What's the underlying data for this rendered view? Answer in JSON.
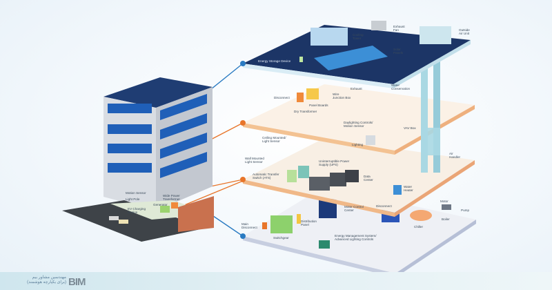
{
  "diagram": {
    "title": "Building Energy Systems Diagram",
    "levels": [
      {
        "name": "roof",
        "color": "#1c3566"
      },
      {
        "name": "upper-floor",
        "color": "#f7ede2"
      },
      {
        "name": "middle-floor",
        "color": "#f7ede2"
      },
      {
        "name": "basement",
        "color": "#eef0f5"
      }
    ],
    "connector_colors": {
      "blue": "#2a7bc2",
      "orange": "#e8752a"
    },
    "labels": {
      "roof": {
        "cooling_tower": "Cooling\nTower",
        "exhaust_fan": "Exhaust\nFan",
        "outside_air_unit": "Outside\nAir Unit",
        "solar_panels": "Solar\nPanels",
        "energy_storage": "Energy Storage Device"
      },
      "upper": {
        "exhaust": "Exhaust",
        "water_conservation": "Water\nConservation",
        "disconnect": "Disconnect",
        "wire_junction_box": "Wire\nJunction Box",
        "panel_boards": "Panel Boards",
        "dry_transformer": "Dry Transformer",
        "daylighting_controls": "Daylighting Controls/\nMotion Sensor",
        "vav_box": "VAV Box",
        "ceiling_light_sensor": "Ceiling Mounted/\nLight Sensor",
        "lighting": "Lighting",
        "air_handler": "Air\nHandler"
      },
      "middle": {
        "wall_light_sensor": "Wall Mounted\nLight Sensor",
        "ups": "Uninterruptible Power\nSupply (UPS)",
        "ats": "Automatic Transfer\nSwitch (ATS)",
        "data_center": "Data\nCenter",
        "water_heater": "Water\nHeater"
      },
      "basement": {
        "motor_control_center": "Motor Control\nCenter",
        "disconnect": "Disconnect",
        "motor": "Motor",
        "pump": "Pump",
        "boiler": "Boiler",
        "chiller": "Chiller",
        "main_disconnect": "Main\nDisconnect",
        "distribution_panel": "Distribution\nPanel",
        "switchgear": "Switchgear",
        "ems": "Energy Management System/\nAdvanced Lighting Controls"
      },
      "building": {
        "motion_sensor": "Motion Sensor",
        "light_pole": "Light Pole",
        "ev_charging": "EV Charging\nStation",
        "wide_power": "Wide Power\nTransformer",
        "generator": "Generator"
      }
    }
  },
  "footer": {
    "logo_text": "BIM",
    "persian_line1": "مهندسین مشاور بیم",
    "persian_line2": "(برای یکپارچه هوشمند)"
  }
}
